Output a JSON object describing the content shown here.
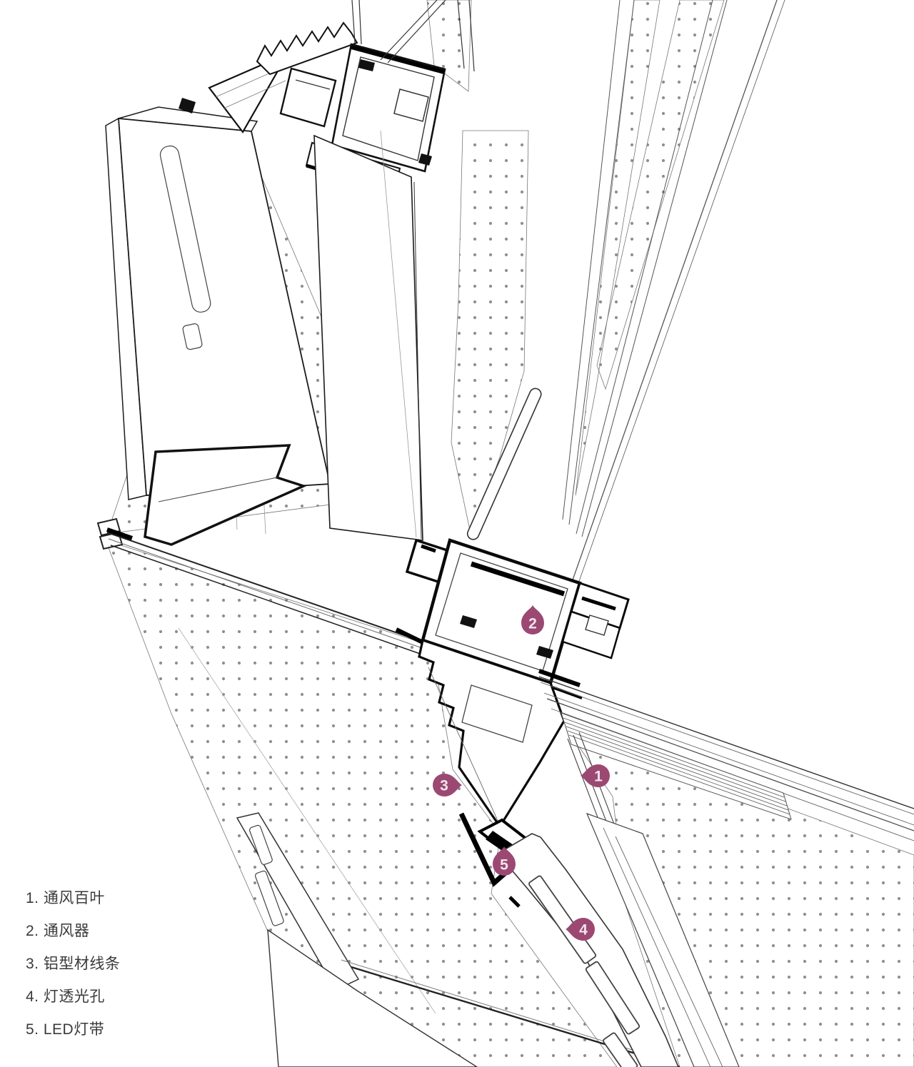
{
  "page": {
    "background": "#ffffff"
  },
  "drawing": {
    "kind": "curtain-wall-detail-axonometric",
    "colors": {
      "line": "#111111",
      "thin_line": "#666666",
      "dot": "#8f8f8f",
      "marker_fill": "#9b4972",
      "marker_text": "#f2e4ed",
      "legend_text": "#3a3a3a",
      "background": "#ffffff"
    }
  },
  "legend": {
    "items": [
      "1. 通风百叶",
      "2. 通风器",
      "3. 铝型材线条",
      "4. 灯透光孔",
      "5. LED灯带"
    ]
  },
  "markers": {
    "labels": [
      "1",
      "2",
      "3",
      "4",
      "5"
    ]
  }
}
